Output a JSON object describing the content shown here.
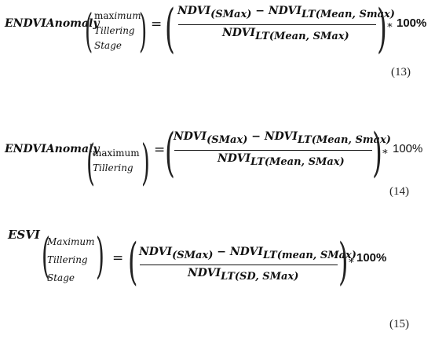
{
  "equations": [
    {
      "number": "(13)",
      "lhs": "ENDVIAnomaly",
      "condition": [
        "maximum",
        "Tillering",
        "Stage"
      ],
      "condition_first_prefix": "max",
      "condition_first_suffix": "imum",
      "equals": "=",
      "numerator_a": "NDVI",
      "numerator_a_sub": "(SMax)",
      "minus": "−",
      "numerator_b": "NDVI",
      "numerator_b_sub": "LT(Mean, Smax)",
      "denominator": "NDVI",
      "denominator_sub": "LT(Mean, SMax)",
      "times": "∗",
      "percent": "100%"
    },
    {
      "number": "(14)",
      "lhs": "ENDVIAnomaly",
      "condition": [
        "maximum",
        "Tillering"
      ],
      "equals": "=",
      "numerator_a": "NDVI",
      "numerator_a_sub": "(SMax)",
      "minus": "−",
      "numerator_b": "NDVI",
      "numerator_b_sub": "LT(Mean, Smax)",
      "denominator": "NDVI",
      "denominator_sub": "LT(Mean, SMax)",
      "times": "∗",
      "percent": "100%"
    },
    {
      "number": "(15)",
      "lhs": "ESVI",
      "condition": [
        "Maximum",
        "Tillering",
        "Stage"
      ],
      "equals": "=",
      "numerator_a": "NDVI",
      "numerator_a_sub": "(SMax)",
      "minus": "−",
      "numerator_b": "NDVI",
      "numerator_b_sub": "LT(mean, SMax)",
      "denominator": "NDVI",
      "denominator_sub": "LT(SD, SMax)",
      "times": "∗",
      "percent": "100%"
    }
  ]
}
